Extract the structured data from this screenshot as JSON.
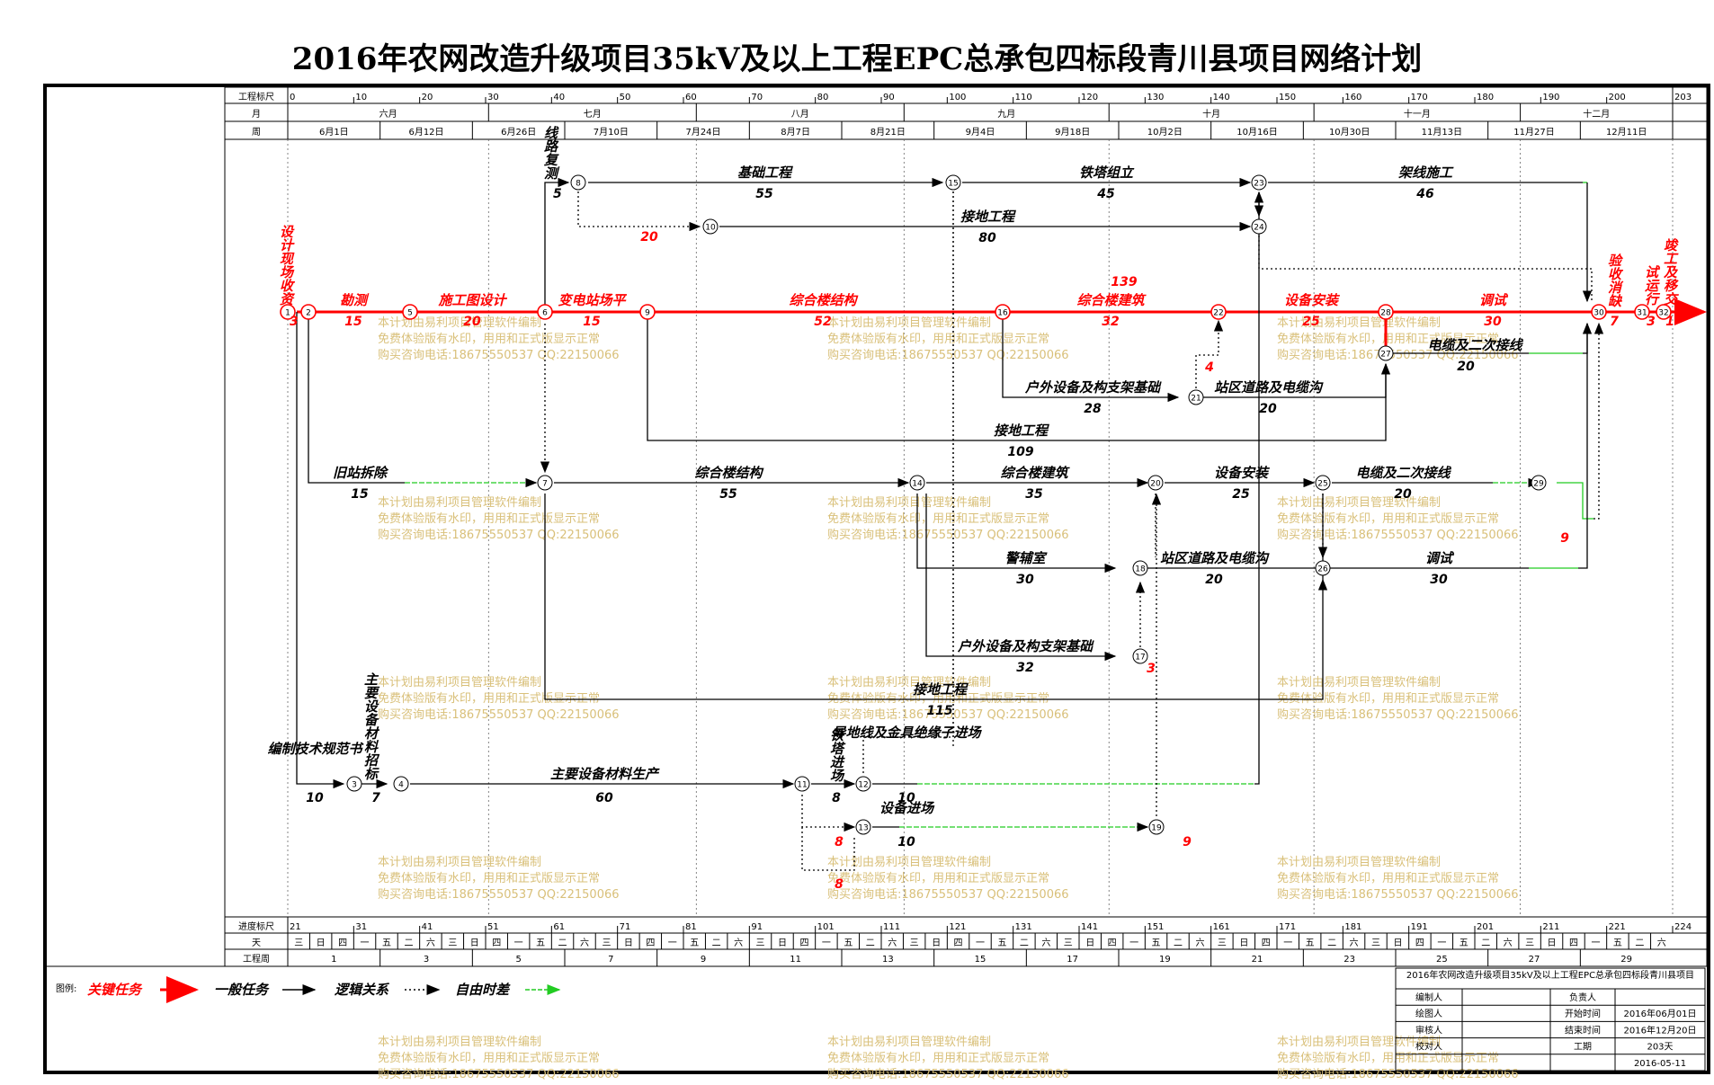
{
  "title": "2016年农网改造升级项目35kV及以上工程EPC总承包四标段青川县项目网络计划",
  "header": {
    "row1_label": "工程标尺",
    "row2_label": "月",
    "row3_label": "周",
    "scale_ticks": [
      "0",
      "10",
      "20",
      "30",
      "40",
      "50",
      "60",
      "70",
      "80",
      "90",
      "100",
      "110",
      "120",
      "130",
      "140",
      "150",
      "160",
      "170",
      "180",
      "190",
      "200",
      "203"
    ],
    "months": [
      "六月",
      "七月",
      "八月",
      "九月",
      "十月",
      "十一月",
      "十二月"
    ],
    "weeks": [
      "6月1日",
      "6月12日",
      "6月26日",
      "7月10日",
      "7月24日",
      "8月7日",
      "8月21日",
      "9月4日",
      "9月18日",
      "10月2日",
      "10月16日",
      "10月30日",
      "11月13日",
      "11月27日",
      "12月11日"
    ]
  },
  "footer": {
    "row1_label": "进度标尺",
    "row2_label": "天",
    "row3_label": "工程周",
    "scale_ticks": [
      "21",
      "31",
      "41",
      "51",
      "61",
      "71",
      "81",
      "91",
      "101",
      "111",
      "121",
      "131",
      "141",
      "151",
      "161",
      "171",
      "181",
      "191",
      "201",
      "211",
      "221",
      "224"
    ],
    "weekday_cycle": [
      "三",
      "日",
      "四",
      "一",
      "五",
      "二",
      "六"
    ],
    "week_numbers": [
      "1",
      "3",
      "5",
      "7",
      "9",
      "11",
      "13",
      "15",
      "17",
      "19",
      "21",
      "23",
      "25",
      "27",
      "29"
    ]
  },
  "legend": {
    "label": "图例:",
    "critical": "关键任务",
    "normal": "一般任务",
    "logic": "逻辑关系",
    "float": "自由时差"
  },
  "info_table": {
    "title": "2016年农网改造升级项目35kV及以上工程EPC总承包四标段青川县项目",
    "rows": [
      {
        "k1": "编制人",
        "v1": "",
        "k2": "负责人",
        "v2": ""
      },
      {
        "k1": "绘图人",
        "v1": "",
        "k2": "开始时间",
        "v2": "2016年06月01日"
      },
      {
        "k1": "审核人",
        "v1": "",
        "k2": "结束时间",
        "v2": "2016年12月20日"
      },
      {
        "k1": "校对人",
        "v1": "",
        "k2": "工期",
        "v2": "203天"
      },
      {
        "k1": "",
        "v1": "",
        "k2": "",
        "v2": "2016-05-11"
      }
    ]
  },
  "watermark": {
    "line1": "本计划由易利项目管理软件编制",
    "line2": "免费体验版有水印，用用和正式版显示正常",
    "line3": "购买咨询电话:18675550537 QQ:22150066"
  },
  "colors": {
    "critical": "#ff0000",
    "normal": "#000000",
    "float": "#22cc22",
    "watermark": "#d9c07a"
  },
  "tasks": {
    "t_design": {
      "name": "设计现场收资",
      "dur": "3"
    },
    "t_survey": {
      "name": "勘测",
      "dur": "15"
    },
    "t_drawing": {
      "name": "施工图设计",
      "dur": "20"
    },
    "t_site": {
      "name": "变电站场平",
      "dur": "15"
    },
    "t_route": {
      "name": "线路复测",
      "dur": "5"
    },
    "t_found": {
      "name": "基础工程",
      "dur": "55"
    },
    "t_tower": {
      "name": "铁塔组立",
      "dur": "45"
    },
    "t_string": {
      "name": "架线施工",
      "dur": "46"
    },
    "t_ground1": {
      "name": "接地工程",
      "dur": "80"
    },
    "t_f20": {
      "dur": "20"
    },
    "t_f139": {
      "dur": "139"
    },
    "t_struct1": {
      "name": "综合楼结构",
      "dur": "52"
    },
    "t_build1": {
      "name": "综合楼建筑",
      "dur": "32"
    },
    "t_equip1": {
      "name": "设备安装",
      "dur": "25"
    },
    "t_test1": {
      "name": "调试",
      "dur": "30"
    },
    "t_accept": {
      "name": "验收消缺",
      "dur": "7"
    },
    "t_trial": {
      "name": "试运行",
      "dur": "3"
    },
    "t_handover": {
      "name": "竣工及移交",
      "dur": "1"
    },
    "t_cable1": {
      "name": "电缆及二次接线",
      "dur": "20"
    },
    "t_outdoor1": {
      "name": "户外设备及构支架基础",
      "dur": "28"
    },
    "t_road1": {
      "name": "站区道路及电缆沟",
      "dur": "20"
    },
    "t_f4": {
      "dur": "4"
    },
    "t_ground2": {
      "name": "接地工程",
      "dur": "109"
    },
    "t_demolish": {
      "name": "旧站拆除",
      "dur": "15"
    },
    "t_struct2": {
      "name": "综合楼结构",
      "dur": "55"
    },
    "t_build2": {
      "name": "综合楼建筑",
      "dur": "35"
    },
    "t_equip2": {
      "name": "设备安装",
      "dur": "25"
    },
    "t_cable2": {
      "name": "电缆及二次接线",
      "dur": "20"
    },
    "t_f9a": {
      "dur": "9"
    },
    "t_guard": {
      "name": "警辅室",
      "dur": "30"
    },
    "t_road2": {
      "name": "站区道路及电缆沟",
      "dur": "20"
    },
    "t_test2": {
      "name": "调试",
      "dur": "30"
    },
    "t_outdoor2": {
      "name": "户外设备及构支架基础",
      "dur": "32"
    },
    "t_f3": {
      "dur": "3"
    },
    "t_ground3": {
      "name": "接地工程",
      "dur": "115"
    },
    "t_spec": {
      "name": "编制技术规范书",
      "dur": "10"
    },
    "t_tender": {
      "name": "主要设备材料招标",
      "dur": "7"
    },
    "t_prod": {
      "name": "主要设备材料生产",
      "dur": "60"
    },
    "t_towerin": {
      "name": "铁塔进场",
      "dur": "8"
    },
    "t_wirein": {
      "name": "导地线及金具绝缘子进场",
      "dur": "10"
    },
    "t_equipin": {
      "name": "设备进场",
      "dur": "10"
    },
    "t_f8a": {
      "dur": "8"
    },
    "t_f8b": {
      "dur": "8"
    },
    "t_f9b": {
      "dur": "9"
    }
  },
  "nodes": [
    "1",
    "2",
    "3",
    "4",
    "5",
    "6",
    "7",
    "8",
    "9",
    "10",
    "11",
    "12",
    "13",
    "14",
    "15",
    "16",
    "17",
    "18",
    "19",
    "20",
    "21",
    "22",
    "23",
    "24",
    "25",
    "26",
    "27",
    "28",
    "29",
    "30",
    "31",
    "32"
  ]
}
